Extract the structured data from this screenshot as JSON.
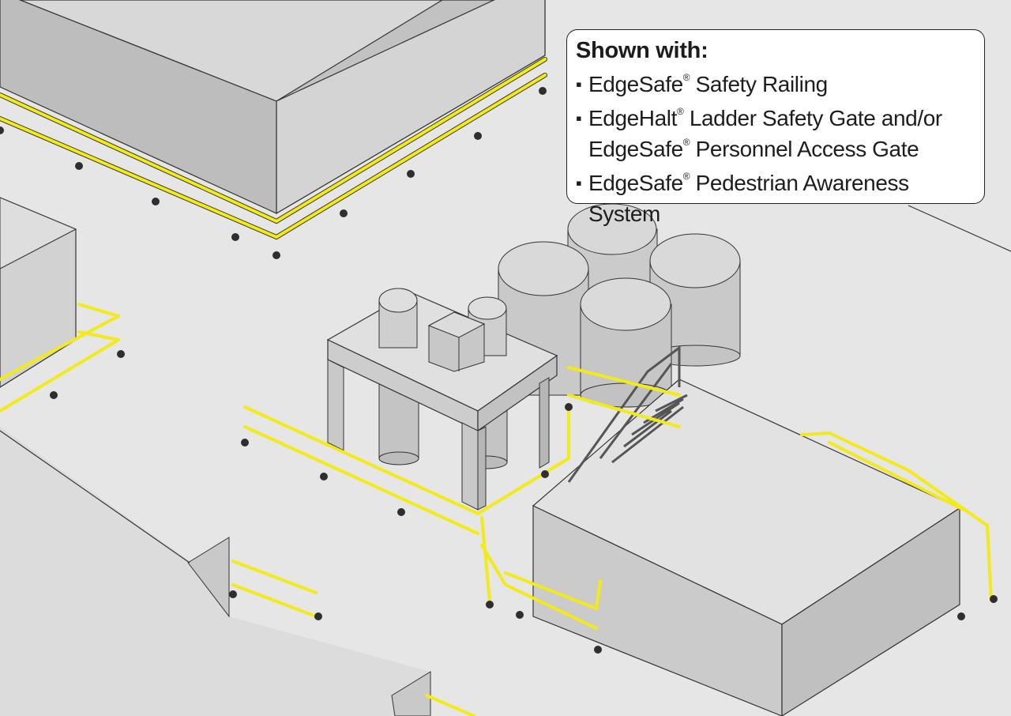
{
  "callout": {
    "title": "Shown with:",
    "items": [
      {
        "bullet": "▪",
        "name": "EdgeSafe",
        "mark": "®",
        "rest": " Safety Railing"
      },
      {
        "bullet": "▪",
        "name": "EdgeHalt",
        "mark": "®",
        "rest": " Ladder Safety Gate and/or",
        "line2_name": "EdgeSafe",
        "line2_mark": "®",
        "line2_rest": " Personnel Access Gate"
      },
      {
        "bullet": "▪",
        "name": "EdgeSafe",
        "mark": "®",
        "rest": " Pedestrian Awareness System"
      }
    ]
  },
  "colors": {
    "background": "#e8e8e8",
    "railing": "#f2ea1b",
    "building_top": "#d2d2d2",
    "building_side": "#c4c4c4",
    "tank": "#cfcfcf"
  }
}
